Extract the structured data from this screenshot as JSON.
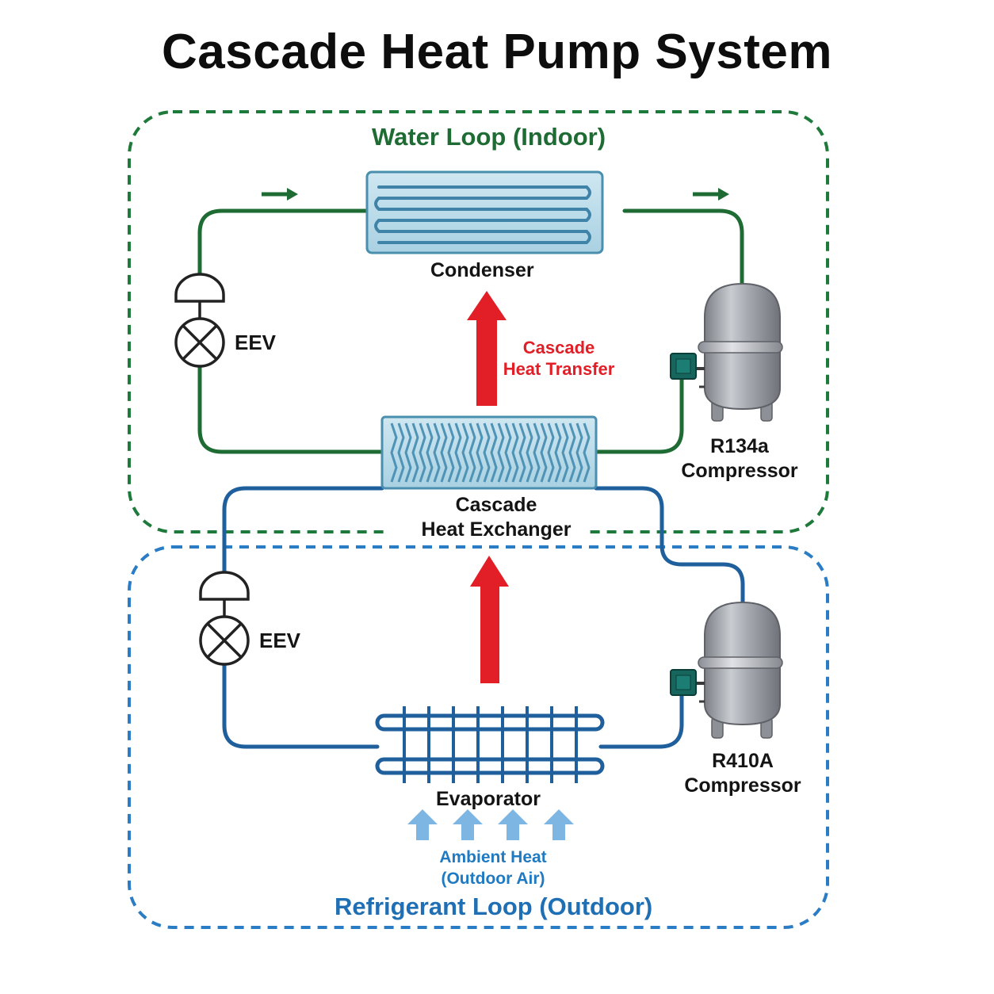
{
  "title": "Cascade Heat Pump System",
  "water_loop": {
    "label": "Water Loop (Indoor)",
    "condenser": "Condenser",
    "eev": "EEV",
    "compressor_line1": "R134a",
    "compressor_line2": "Compressor"
  },
  "cascade": {
    "heat_transfer_line1": "Cascade",
    "heat_transfer_line2": "Heat Transfer",
    "exchanger_line1": "Cascade",
    "exchanger_line2": "Heat Exchanger"
  },
  "refrigerant_loop": {
    "label": "Refrigerant Loop (Outdoor)",
    "eev": "EEV",
    "compressor_line1": "R410A",
    "compressor_line2": "Compressor",
    "evaporator": "Evaporator",
    "ambient_line1": "Ambient Heat",
    "ambient_line2": "(Outdoor Air)"
  },
  "colors": {
    "water_loop": "#1e6b34",
    "refrigerant_loop": "#1f5f9c",
    "boundary_blue": "#2a7cc4",
    "heat_arrow": "#e21e26",
    "air_arrow": "#7eb6e3"
  }
}
